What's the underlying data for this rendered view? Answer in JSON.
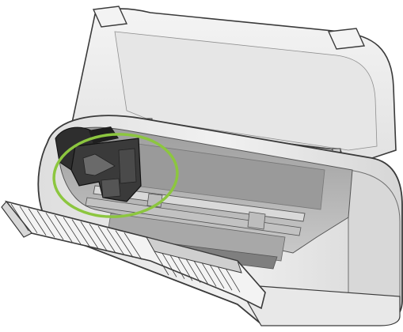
{
  "image": {
    "subject": "printer-with-open-cover",
    "highlight": {
      "shape": "ellipse",
      "color": "#8cc63f",
      "target": "print-cartridge-carriage"
    },
    "colors": {
      "body": "#ececec",
      "body_shade": "#cfcfcf",
      "interior": "#b4b4b4",
      "interior_dark": "#8a8a8a",
      "carriage": "#2e2e2e",
      "outline": "#3a3a3a"
    }
  }
}
